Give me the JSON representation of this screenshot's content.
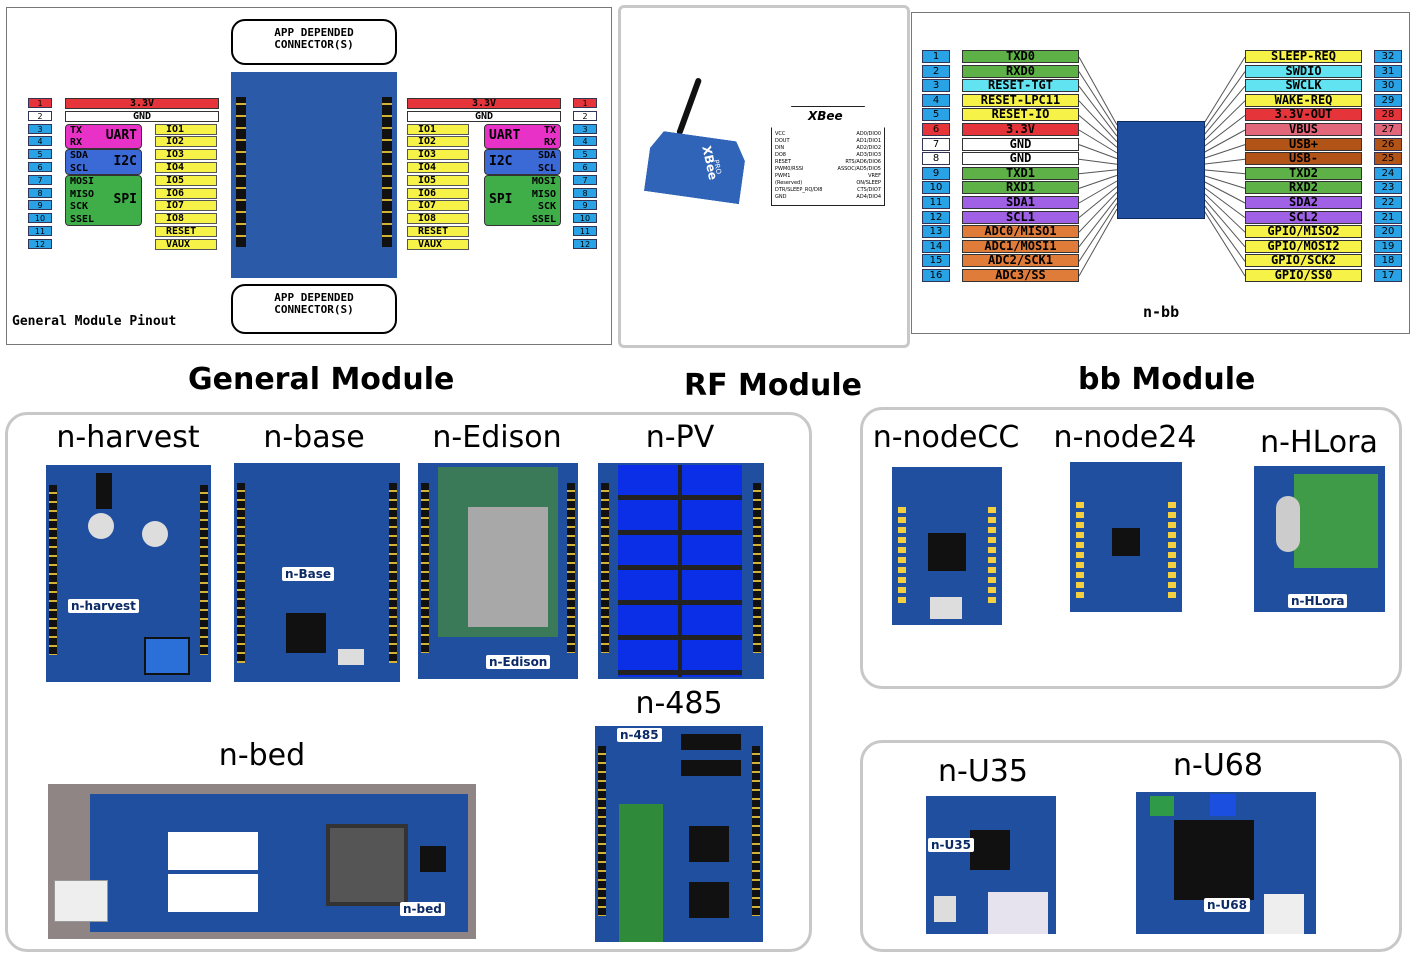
{
  "colors": {
    "red_power": "#e5353a",
    "green_gpio": "#5db146",
    "yellow_io": "#f6f247",
    "magenta_uart": "#e831c6",
    "blue_i2c": "#3b6ad6",
    "green_spi": "#3fae49",
    "cyan": "#61e3f1",
    "blue_num": "#29a3e6",
    "purple": "#a061e6",
    "orange": "#e07c3a",
    "brown": "#b25418",
    "pink": "#e3677b",
    "board_blue": "#1f4f9e"
  },
  "general_pinout": {
    "caption": "General Module Pinout",
    "callout_top": "APP DEPENDED CONNECTOR(S)",
    "callout_bottom": "APP DEPENDED CONNECTOR(S)",
    "pin_numbers": [
      "1",
      "2",
      "3",
      "4",
      "5",
      "6",
      "7",
      "8",
      "9",
      "10",
      "11",
      "12"
    ],
    "power": "3.3V",
    "ground": "GND",
    "io": [
      "IO1",
      "IO2",
      "IO3",
      "IO4",
      "IO5",
      "IO6",
      "IO7",
      "IO8",
      "RESET",
      "VAUX"
    ],
    "uart": {
      "name": "UART",
      "pins": [
        "TX",
        "RX"
      ]
    },
    "i2c": {
      "name": "I2C",
      "pins": [
        "SDA",
        "SCL"
      ]
    },
    "spi": {
      "name": "SPI",
      "pins": [
        "MOSI",
        "MISO",
        "SCK",
        "SSEL"
      ]
    }
  },
  "rf_pinout": {
    "logo": "XBee",
    "board_marking_1": "XBee",
    "board_marking_2": "PRO",
    "left_pins": [
      "VCC",
      "DOUT",
      "DIN",
      "DO8",
      "RESET",
      "PWM0/RSSI",
      "PWM1",
      "(Reserved)",
      "DTR/SLEEP_RQ/DI8",
      "GND"
    ],
    "right_pins": [
      "AD0/DIO0",
      "AD1/DIO1",
      "AD2/DIO2",
      "AD3/DIO3",
      "RTS/AD6/DIO6",
      "ASSOC/AD5/DIO5",
      "VREF",
      "ON/SLEEP",
      "CTS/DIO7",
      "AD4/DIO4"
    ]
  },
  "bb_pinout": {
    "caption": "n-bb",
    "left": [
      {
        "n": "1",
        "label": "TXD0",
        "color": "#5db146"
      },
      {
        "n": "2",
        "label": "RXD0",
        "color": "#5db146"
      },
      {
        "n": "3",
        "label": "RESET-TGT",
        "color": "#61e3f1"
      },
      {
        "n": "4",
        "label": "RESET-LPC11",
        "color": "#f6f247"
      },
      {
        "n": "5",
        "label": "RESET-IO",
        "color": "#f6f247"
      },
      {
        "n": "6",
        "label": "3.3V",
        "color": "#e5353a"
      },
      {
        "n": "7",
        "label": "GND",
        "color": "#ffffff"
      },
      {
        "n": "8",
        "label": "GND",
        "color": "#ffffff"
      },
      {
        "n": "9",
        "label": "TXD1",
        "color": "#5db146"
      },
      {
        "n": "10",
        "label": "RXD1",
        "color": "#5db146"
      },
      {
        "n": "11",
        "label": "SDA1",
        "color": "#a061e6"
      },
      {
        "n": "12",
        "label": "SCL1",
        "color": "#a061e6"
      },
      {
        "n": "13",
        "label": "ADC0/MISO1",
        "color": "#e07c3a"
      },
      {
        "n": "14",
        "label": "ADC1/MOSI1",
        "color": "#e07c3a"
      },
      {
        "n": "15",
        "label": "ADC2/SCK1",
        "color": "#e07c3a"
      },
      {
        "n": "16",
        "label": "ADC3/SS",
        "color": "#e07c3a"
      }
    ],
    "right": [
      {
        "n": "32",
        "label": "SLEEP-REQ",
        "color": "#f6f247"
      },
      {
        "n": "31",
        "label": "SWDIO",
        "color": "#61e3f1"
      },
      {
        "n": "30",
        "label": "SWCLK",
        "color": "#61e3f1"
      },
      {
        "n": "29",
        "label": "WAKE-REQ",
        "color": "#f6f247"
      },
      {
        "n": "28",
        "label": "3.3V-OUT",
        "color": "#e5353a"
      },
      {
        "n": "27",
        "label": "VBUS",
        "color": "#e3677b"
      },
      {
        "n": "26",
        "label": "USB+",
        "color": "#b25418"
      },
      {
        "n": "25",
        "label": "USB-",
        "color": "#b25418"
      },
      {
        "n": "24",
        "label": "TXD2",
        "color": "#5db146"
      },
      {
        "n": "23",
        "label": "RXD2",
        "color": "#5db146"
      },
      {
        "n": "22",
        "label": "SDA2",
        "color": "#a061e6"
      },
      {
        "n": "21",
        "label": "SCL2",
        "color": "#a061e6"
      },
      {
        "n": "20",
        "label": "GPIO/MISO2",
        "color": "#f6f247"
      },
      {
        "n": "19",
        "label": "GPIO/MOSI2",
        "color": "#f6f247"
      },
      {
        "n": "18",
        "label": "GPIO/SCK2",
        "color": "#f6f247"
      },
      {
        "n": "17",
        "label": "GPIO/SS0",
        "color": "#f6f247"
      }
    ]
  },
  "sections": {
    "general": "General Module",
    "rf": "RF Module",
    "bb": "bb Module"
  },
  "modules": {
    "n_harvest": {
      "name": "n-harvest",
      "board_label": "n-harvest"
    },
    "n_base": {
      "name": "n-base",
      "board_label": "n-Base"
    },
    "n_edison": {
      "name": "n-Edison",
      "board_label": "n-Edison"
    },
    "n_pv": {
      "name": "n-PV"
    },
    "n_bed": {
      "name": "n-bed",
      "board_label": "n-bed"
    },
    "n_485": {
      "name": "n-485",
      "board_label": "n-485"
    },
    "n_nodecc": {
      "name": "n-nodeCC"
    },
    "n_node24": {
      "name": "n-node24"
    },
    "n_hlora": {
      "name": "n-HLora",
      "board_label": "n-HLora"
    },
    "n_u35": {
      "name": "n-U35",
      "board_label": "n-U35"
    },
    "n_u68": {
      "name": "n-U68",
      "board_label": "n-U68"
    }
  }
}
